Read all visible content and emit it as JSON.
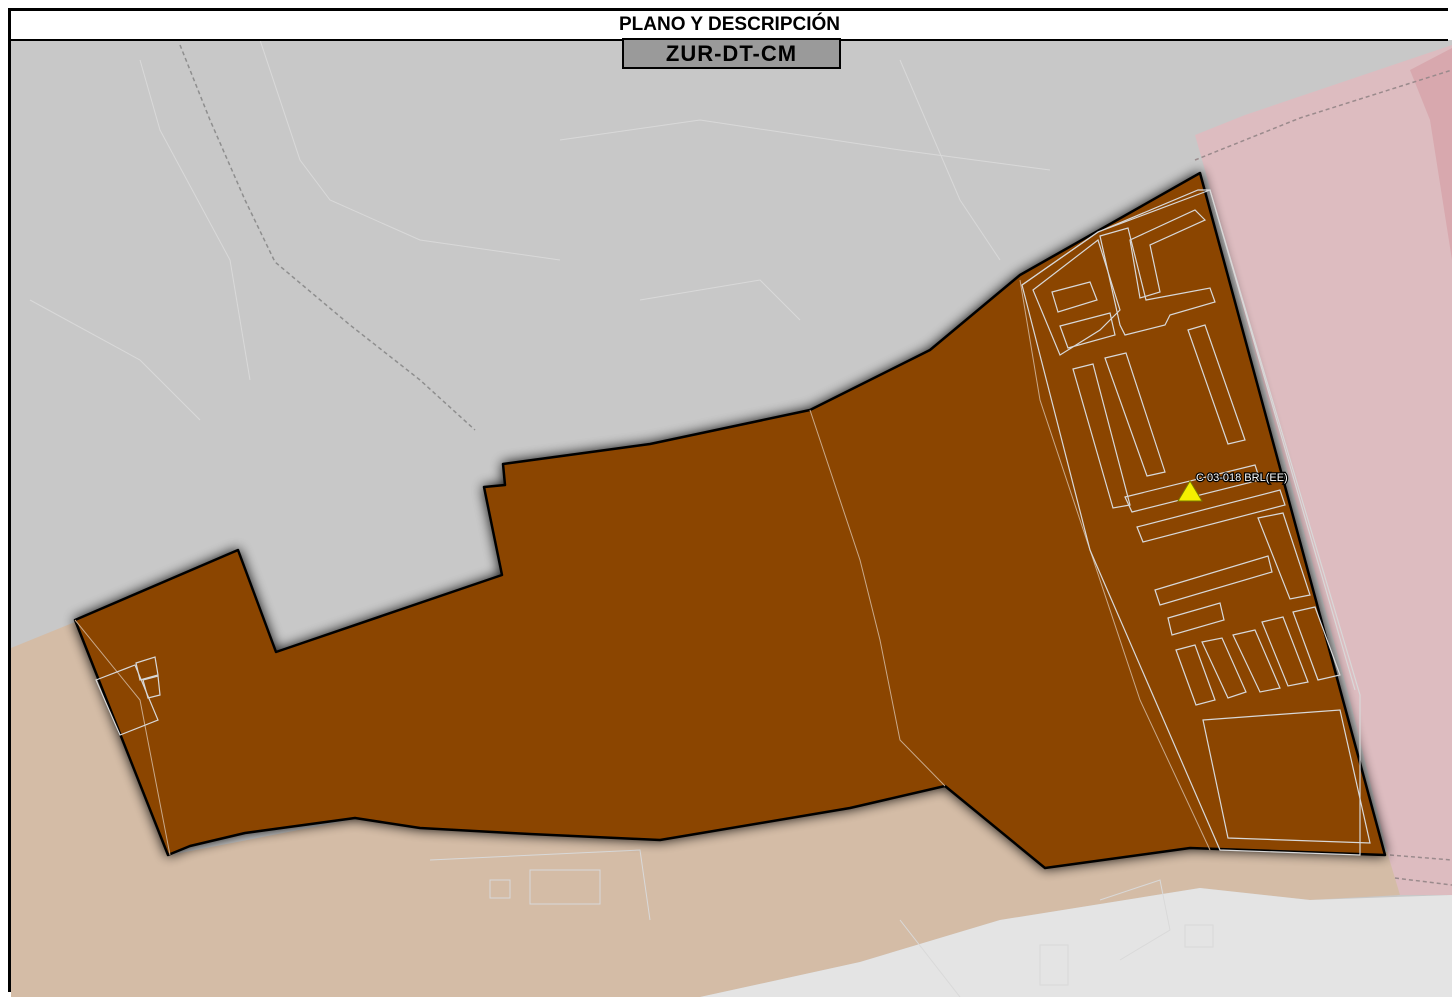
{
  "header": {
    "title": "PLANO Y DESCRIPCIÓN",
    "code": "ZUR-DT-CM"
  },
  "map": {
    "point_label": "C 03-018 BRL(EE)",
    "point_icon": "triangle-marker-icon",
    "colors": {
      "zone_fill": "#8b4500",
      "zone_outline": "#000000",
      "background_gray": "#c8c8c8",
      "pink_area": "#ddbcc0",
      "tan_area": "#d4bca6",
      "light_area": "#e2e2e2",
      "marker": "#f5f000"
    }
  }
}
